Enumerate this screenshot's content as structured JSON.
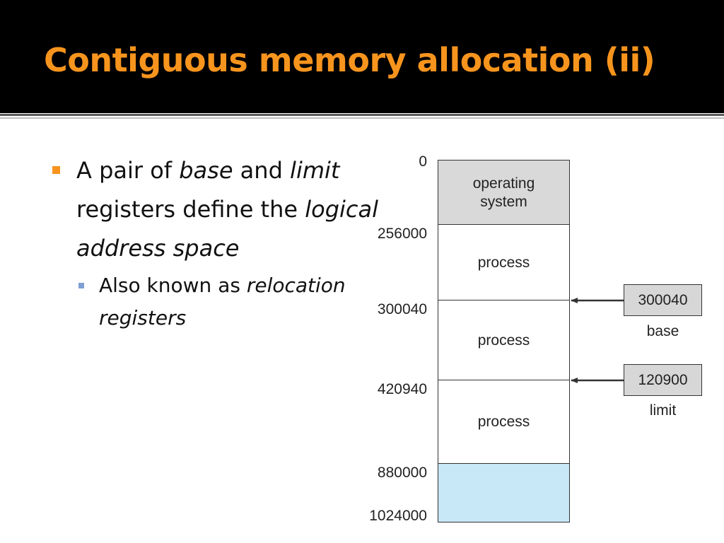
{
  "slide": {
    "title": "Contiguous memory allocation (ii)",
    "bullet1": {
      "t1": "A pair of ",
      "t2": "base",
      "t3": " and ",
      "t4": "limit",
      "t5": " registers define the ",
      "t6": "logical address space"
    },
    "bullet2": {
      "t1": "Also known as ",
      "t2": "relocation registers"
    }
  },
  "diagram": {
    "addresses": [
      "0",
      "256000",
      "300040",
      "420940",
      "880000",
      "1024000"
    ],
    "segments": [
      {
        "label": "operating\nsystem",
        "color": "#d9d9d9"
      },
      {
        "label": "process",
        "color": "#ffffff"
      },
      {
        "label": "process",
        "color": "#ffffff"
      },
      {
        "label": "process",
        "color": "#ffffff"
      },
      {
        "label": "",
        "color": "#c8e8f8"
      }
    ],
    "registers": [
      {
        "value": "300040",
        "caption": "base"
      },
      {
        "value": "120900",
        "caption": "limit"
      }
    ]
  }
}
